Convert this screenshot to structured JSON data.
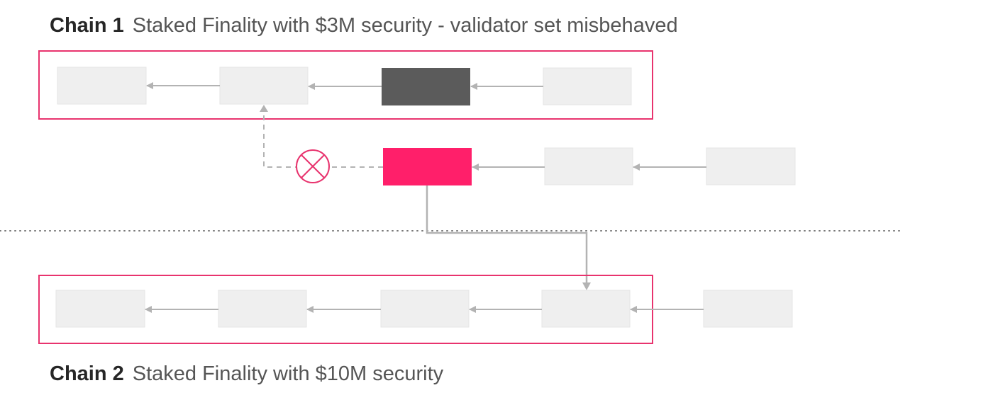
{
  "chain1": {
    "name": "Chain 1",
    "description": "Staked Finality with $3M security - validator set misbehaved"
  },
  "chain2": {
    "name": "Chain 2",
    "description": "Staked Finality with $10M security"
  },
  "colors": {
    "chain_border": "#e8336e",
    "block": "#efefef",
    "misbehaved_block": "#5b5b5b",
    "fork_block": "#ff1f6a",
    "arrow": "#b3b3b3",
    "reject_mark": "#e8336e"
  },
  "icons": {
    "reject": "crossed-circle-icon"
  }
}
